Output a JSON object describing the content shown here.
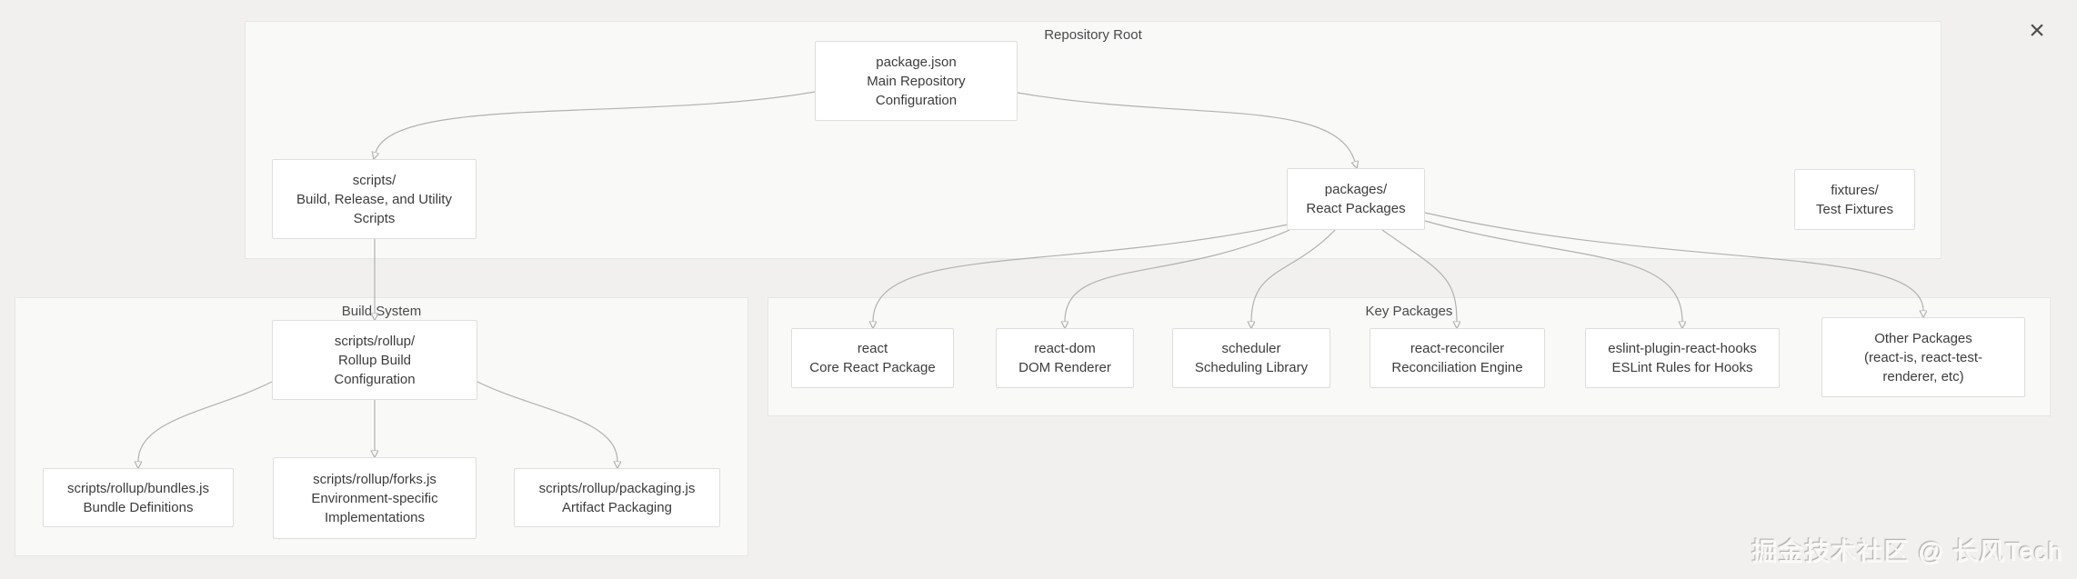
{
  "groups": {
    "repo_root": {
      "label": "Repository Root"
    },
    "build_system": {
      "label": "Build System"
    },
    "key_packages": {
      "label": "Key Packages"
    }
  },
  "nodes": {
    "package_json": {
      "lines": [
        "package.json",
        "Main Repository",
        "Configuration"
      ]
    },
    "scripts": {
      "lines": [
        "scripts/",
        "Build, Release, and Utility",
        "Scripts"
      ]
    },
    "packages": {
      "lines": [
        "packages/",
        "React Packages"
      ]
    },
    "fixtures": {
      "lines": [
        "fixtures/",
        "Test Fixtures"
      ]
    },
    "rollup": {
      "lines": [
        "scripts/rollup/",
        "Rollup Build",
        "Configuration"
      ]
    },
    "bundles": {
      "lines": [
        "scripts/rollup/bundles.js",
        "Bundle Definitions"
      ]
    },
    "forks": {
      "lines": [
        "scripts/rollup/forks.js",
        "Environment-specific",
        "Implementations"
      ]
    },
    "packaging": {
      "lines": [
        "scripts/rollup/packaging.js",
        "Artifact Packaging"
      ]
    },
    "react": {
      "lines": [
        "react",
        "Core React Package"
      ]
    },
    "react_dom": {
      "lines": [
        "react-dom",
        "DOM Renderer"
      ]
    },
    "scheduler": {
      "lines": [
        "scheduler",
        "Scheduling Library"
      ]
    },
    "react_reconciler": {
      "lines": [
        "react-reconciler",
        "Reconciliation Engine"
      ]
    },
    "eslint_plugin": {
      "lines": [
        "eslint-plugin-react-hooks",
        "ESLint Rules for Hooks"
      ]
    },
    "other_packages": {
      "lines": [
        "Other Packages",
        "(react-is, react-test-",
        "renderer, etc)"
      ]
    }
  },
  "edges": [
    {
      "from": "package.json",
      "to": "scripts/"
    },
    {
      "from": "package.json",
      "to": "packages/"
    },
    {
      "from": "packages/",
      "to": "react"
    },
    {
      "from": "packages/",
      "to": "react-dom"
    },
    {
      "from": "packages/",
      "to": "scheduler"
    },
    {
      "from": "packages/",
      "to": "react-reconciler"
    },
    {
      "from": "packages/",
      "to": "eslint-plugin-react-hooks"
    },
    {
      "from": "packages/",
      "to": "Other Packages"
    },
    {
      "from": "scripts/",
      "to": "scripts/rollup/"
    },
    {
      "from": "scripts/rollup/",
      "to": "scripts/rollup/bundles.js"
    },
    {
      "from": "scripts/rollup/",
      "to": "scripts/rollup/forks.js"
    },
    {
      "from": "scripts/rollup/",
      "to": "scripts/rollup/packaging.js"
    }
  ],
  "window": {
    "close_icon": "×"
  },
  "watermark": {
    "text": "掘金技术社区 @ 长风Tech"
  },
  "colors": {
    "page_bg": "#f1f0ee",
    "group_bg": "#f9f9f8",
    "group_border": "#e6e6e4",
    "node_bg": "#ffffff",
    "node_border": "#dededc",
    "edge_line": "#b1b1af",
    "arrowhead": "#8d8d8b",
    "node_text": "#3c3c3c",
    "group_label": "#4a4a4a",
    "close_icon": "#4d4d4d"
  }
}
